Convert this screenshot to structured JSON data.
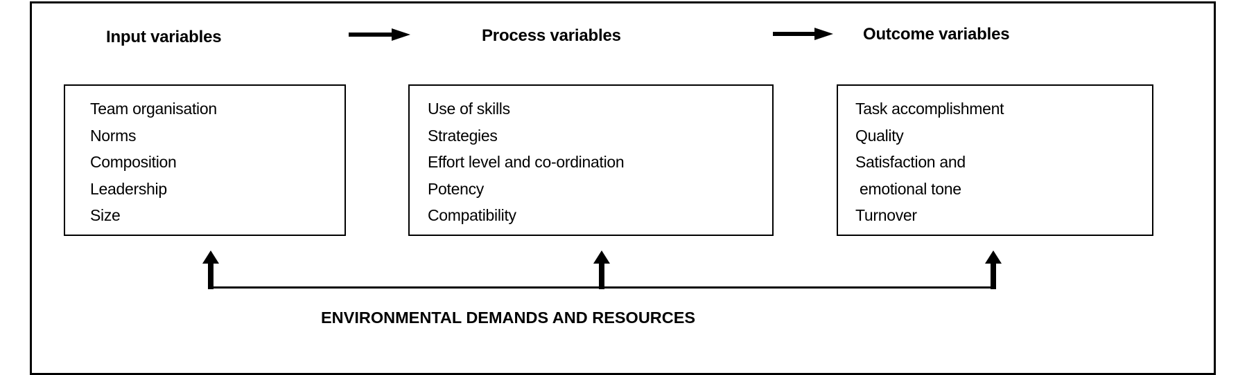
{
  "diagram": {
    "headers": {
      "input": "Input variables",
      "process": "Process variables",
      "outcome": "Outcome variables"
    },
    "boxes": {
      "input": {
        "items": [
          "Team organisation",
          "Norms",
          "Composition",
          "Leadership",
          "Size"
        ]
      },
      "process": {
        "items": [
          "Use of skills",
          "Strategies",
          "Effort level and co-ordination",
          "Potency",
          "Compatibility"
        ]
      },
      "outcome": {
        "items": [
          "Task accomplishment",
          "Quality",
          "Satisfaction and",
          "emotional tone",
          "Turnover"
        ]
      }
    },
    "flow_arrows": [
      {
        "from": "Input variables",
        "to": "Process variables",
        "icon": "arrow-right-icon"
      },
      {
        "from": "Process variables",
        "to": "Outcome variables",
        "icon": "arrow-right-icon"
      }
    ],
    "environment": {
      "label": "ENVIRONMENTAL DEMANDS AND RESOURCES",
      "feeds_into": [
        "Input variables",
        "Process variables",
        "Outcome variables"
      ],
      "icon": "arrow-up-icon"
    },
    "colors": {
      "line": "#000000",
      "text": "#000000",
      "background": "#ffffff"
    }
  }
}
